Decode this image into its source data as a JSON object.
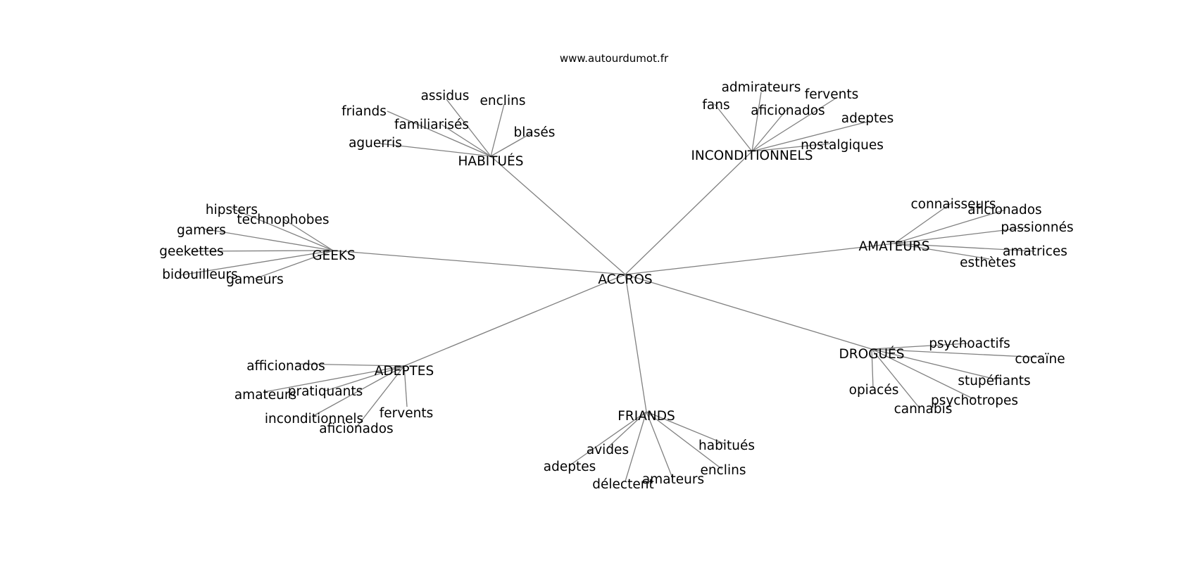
{
  "source": "www.autourdumot.fr",
  "center": "ACCROS",
  "branches": [
    {
      "label": "HABITUÉS",
      "children": [
        "assidus",
        "enclins",
        "friands",
        "familiarisés",
        "blasés",
        "aguerris"
      ]
    },
    {
      "label": "INCONDITIONNELS",
      "children": [
        "admirateurs",
        "fans",
        "fervents",
        "aficionados",
        "adeptes",
        "nostalgiques"
      ]
    },
    {
      "label": "GEEKS",
      "children": [
        "hipsters",
        "technophobes",
        "gamers",
        "geekettes",
        "bidouilleurs",
        "gameurs"
      ]
    },
    {
      "label": "AMATEURS",
      "children": [
        "connaisseurs",
        "aficionados",
        "passionnés",
        "amatrices",
        "esthètes"
      ]
    },
    {
      "label": "DROGUÉS",
      "children": [
        "psychoactifs",
        "cocaïne",
        "stupéfiants",
        "opiacés",
        "psychotropes",
        "cannabis"
      ]
    },
    {
      "label": "ADEPTES",
      "children": [
        "afficionados",
        "pratiquants",
        "amateurs",
        "fervents",
        "inconditionnels",
        "aficionados"
      ]
    },
    {
      "label": "FRIANDS",
      "children": [
        "avides",
        "habitués",
        "adeptes",
        "enclins",
        "amateurs",
        "délectent"
      ]
    }
  ]
}
